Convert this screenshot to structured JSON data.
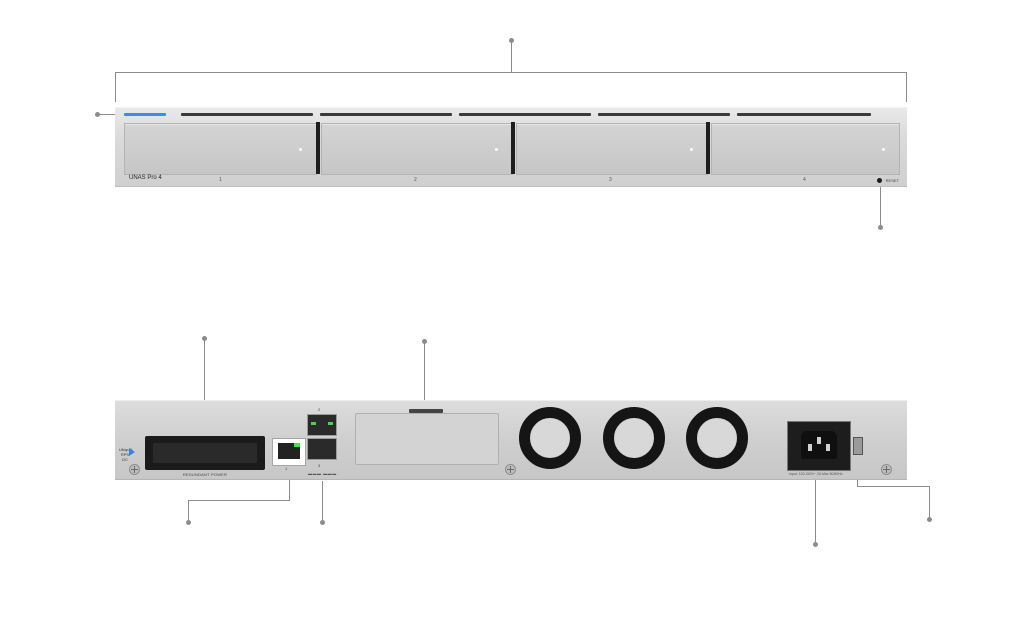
{
  "front": {
    "model_label": "UNAS Pro 4",
    "bay_labels": [
      "1",
      "2",
      "3",
      "4"
    ],
    "reset_label": "RESET"
  },
  "rear": {
    "rps_label": "Ubiquiti RPS DC",
    "rps_port_label": "REDUNDANT POWER",
    "rj45_port_label": "1",
    "sfp_top_label": "2",
    "sfp_bottom_label": "3",
    "power_label": "Input: 100-240V~ 2A Max 50/60Hz"
  },
  "colors": {
    "led_active": "#3b8ee8",
    "link_led": "#47e04a",
    "rps_arrow": "#2f86e6",
    "callout_line": "#8c8c8c"
  }
}
